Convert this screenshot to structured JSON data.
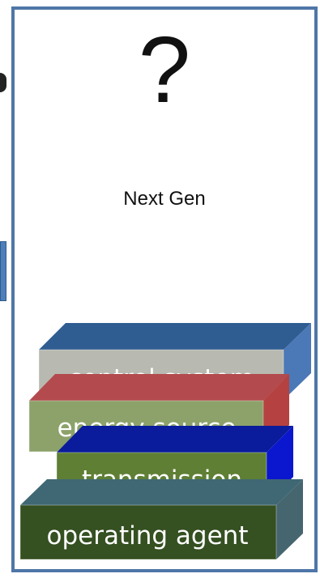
{
  "panel": {
    "symbol": "?",
    "caption": "Next Gen"
  },
  "stack": {
    "layers": [
      {
        "label": "control system",
        "front": "#b8b9b0",
        "top": "#2f5d91",
        "side": "#4b78b7"
      },
      {
        "label": "energy source",
        "front": "#8ca26a",
        "top": "#b34a4d",
        "side": "#b64141"
      },
      {
        "label": "transmission",
        "front": "#5f7f34",
        "top": "#0a1c9b",
        "side": "#0b16cf"
      },
      {
        "label": "operating agent",
        "front": "#355021",
        "top": "#3f6874",
        "side": "#46666f"
      }
    ]
  }
}
